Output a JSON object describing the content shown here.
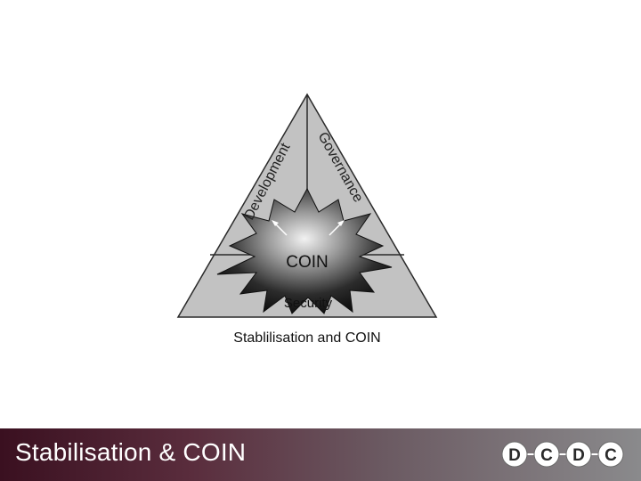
{
  "diagram": {
    "left_label": "Development",
    "right_label": "Governance",
    "center_label": "COIN",
    "bottom_label": "Security",
    "caption": "Stablilisation and COIN"
  },
  "footer": {
    "title": "Stabilisation & COIN"
  },
  "logo": {
    "letters": [
      "D",
      "C",
      "D",
      "C"
    ]
  },
  "colors": {
    "footer_dark": "#3a1020",
    "footer_light": "#8a8a8c",
    "triangle_fill": "#c2c2c2",
    "outline": "#2a2a2a"
  }
}
